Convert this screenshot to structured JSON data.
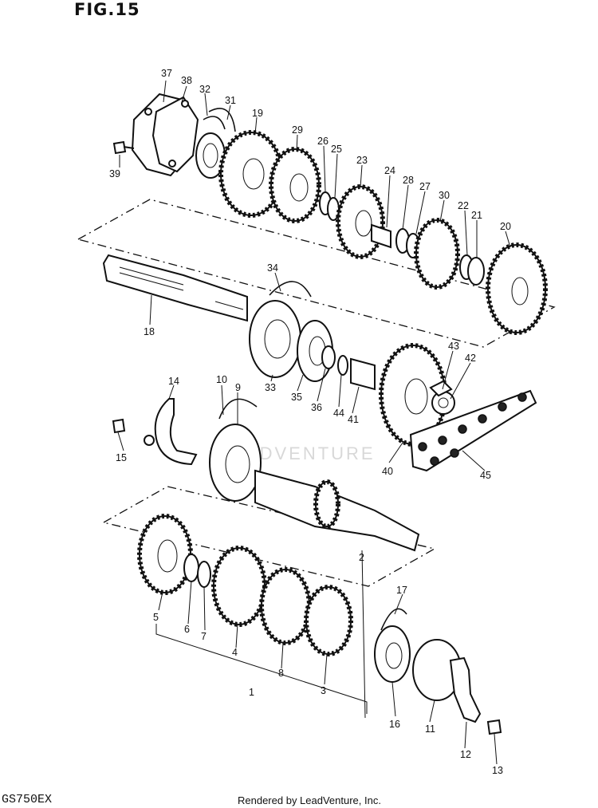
{
  "figure_title": "FIG.15",
  "model_code": "GS750EX",
  "footer_credit": "Rendered by LeadVenture, Inc.",
  "watermark": "LEADVENTURE",
  "part_numbers": [
    "1",
    "2",
    "3",
    "4",
    "5",
    "6",
    "7",
    "8",
    "9",
    "10",
    "11",
    "12",
    "13",
    "14",
    "15",
    "16",
    "17",
    "18",
    "19",
    "20",
    "21",
    "22",
    "23",
    "24",
    "25",
    "26",
    "27",
    "28",
    "29",
    "30",
    "31",
    "32",
    "33",
    "34",
    "35",
    "36",
    "37",
    "38",
    "39",
    "40",
    "41",
    "42",
    "43",
    "44",
    "45"
  ]
}
